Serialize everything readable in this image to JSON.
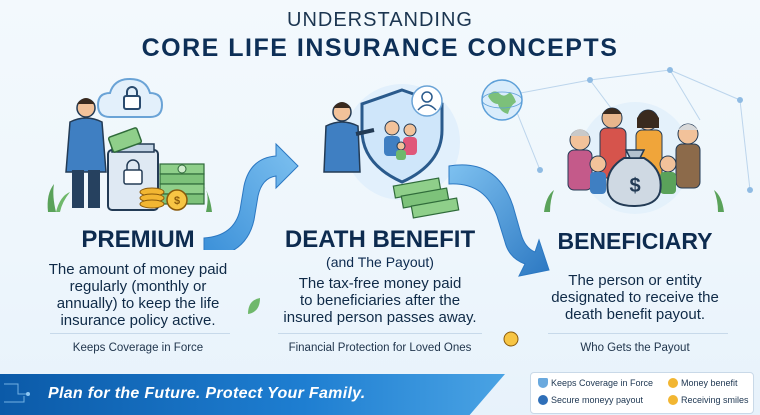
{
  "header": {
    "title_small": "UNDERSTANDING",
    "title_big": "CORE LIFE INSURANCE CONCEPTS"
  },
  "columns": [
    {
      "heading": "PREMIUM",
      "subheading": "",
      "body_lines": [
        "The amount of money paid",
        "regularly (monthly or",
        "annually) to keep the life",
        "insurance policy active."
      ],
      "tagline": "Keeps Coverage in Force"
    },
    {
      "heading": "DEATH BENEFIT",
      "subheading": "(and The Payout)",
      "body_lines": [
        "The tax-free money paid",
        "to beneficiaries after the",
        "insured person passes away."
      ],
      "tagline": "Financial Protection for Loved Ones"
    },
    {
      "heading": "BENEFICIARY",
      "subheading": "",
      "body_lines": [
        "The person or entity",
        "designated to receive the",
        "death benefit payout."
      ],
      "tagline": "Who Gets the Payout"
    }
  ],
  "banner": {
    "text": "Plan for the Future. Protect Your Family."
  },
  "legend": {
    "items": [
      {
        "label": "Keeps Coverage in Force",
        "icon": "shield-icon",
        "color": "#6aa9de"
      },
      {
        "label": "Money benefit",
        "icon": "coin-icon",
        "color": "#f2b632"
      },
      {
        "label": "Secure moneyy payout",
        "icon": "dollar-badge-icon",
        "color": "#2f6fb8"
      },
      {
        "label": "Receiving smiles",
        "icon": "smile-icon",
        "color": "#f2b632"
      }
    ]
  },
  "colors": {
    "navy": "#0d2f57",
    "accent_blue": "#1e7ed1",
    "money_green": "#5aa25a",
    "coin_gold": "#f2b632"
  }
}
